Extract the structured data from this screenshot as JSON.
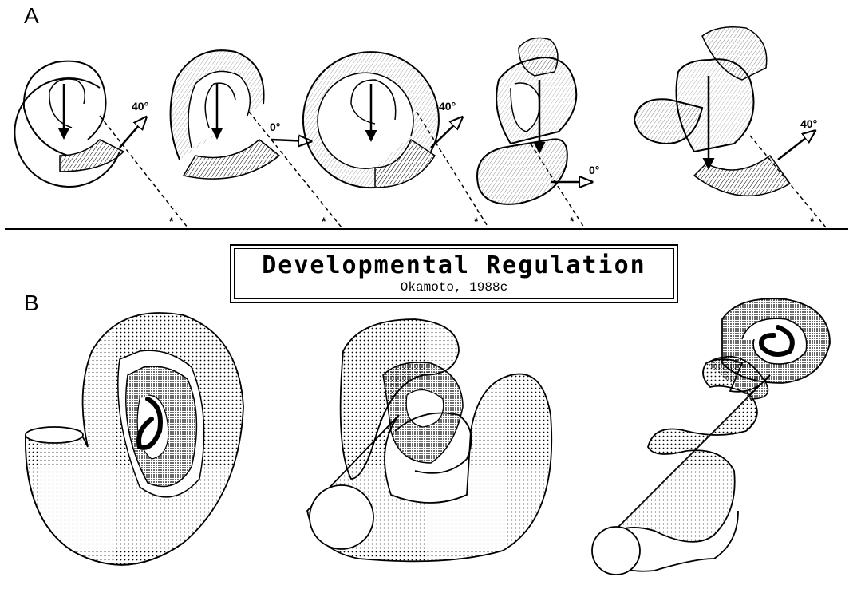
{
  "panels": {
    "a": {
      "label": "A"
    },
    "b": {
      "label": "B"
    }
  },
  "title_box": {
    "title": "Developmental Regulation",
    "citation": "Okamoto, 1988c"
  },
  "angles": [
    "40°",
    "0°",
    "40°",
    "0°",
    "40°"
  ],
  "markers": [
    "*",
    "*",
    "*",
    "*",
    "*"
  ]
}
